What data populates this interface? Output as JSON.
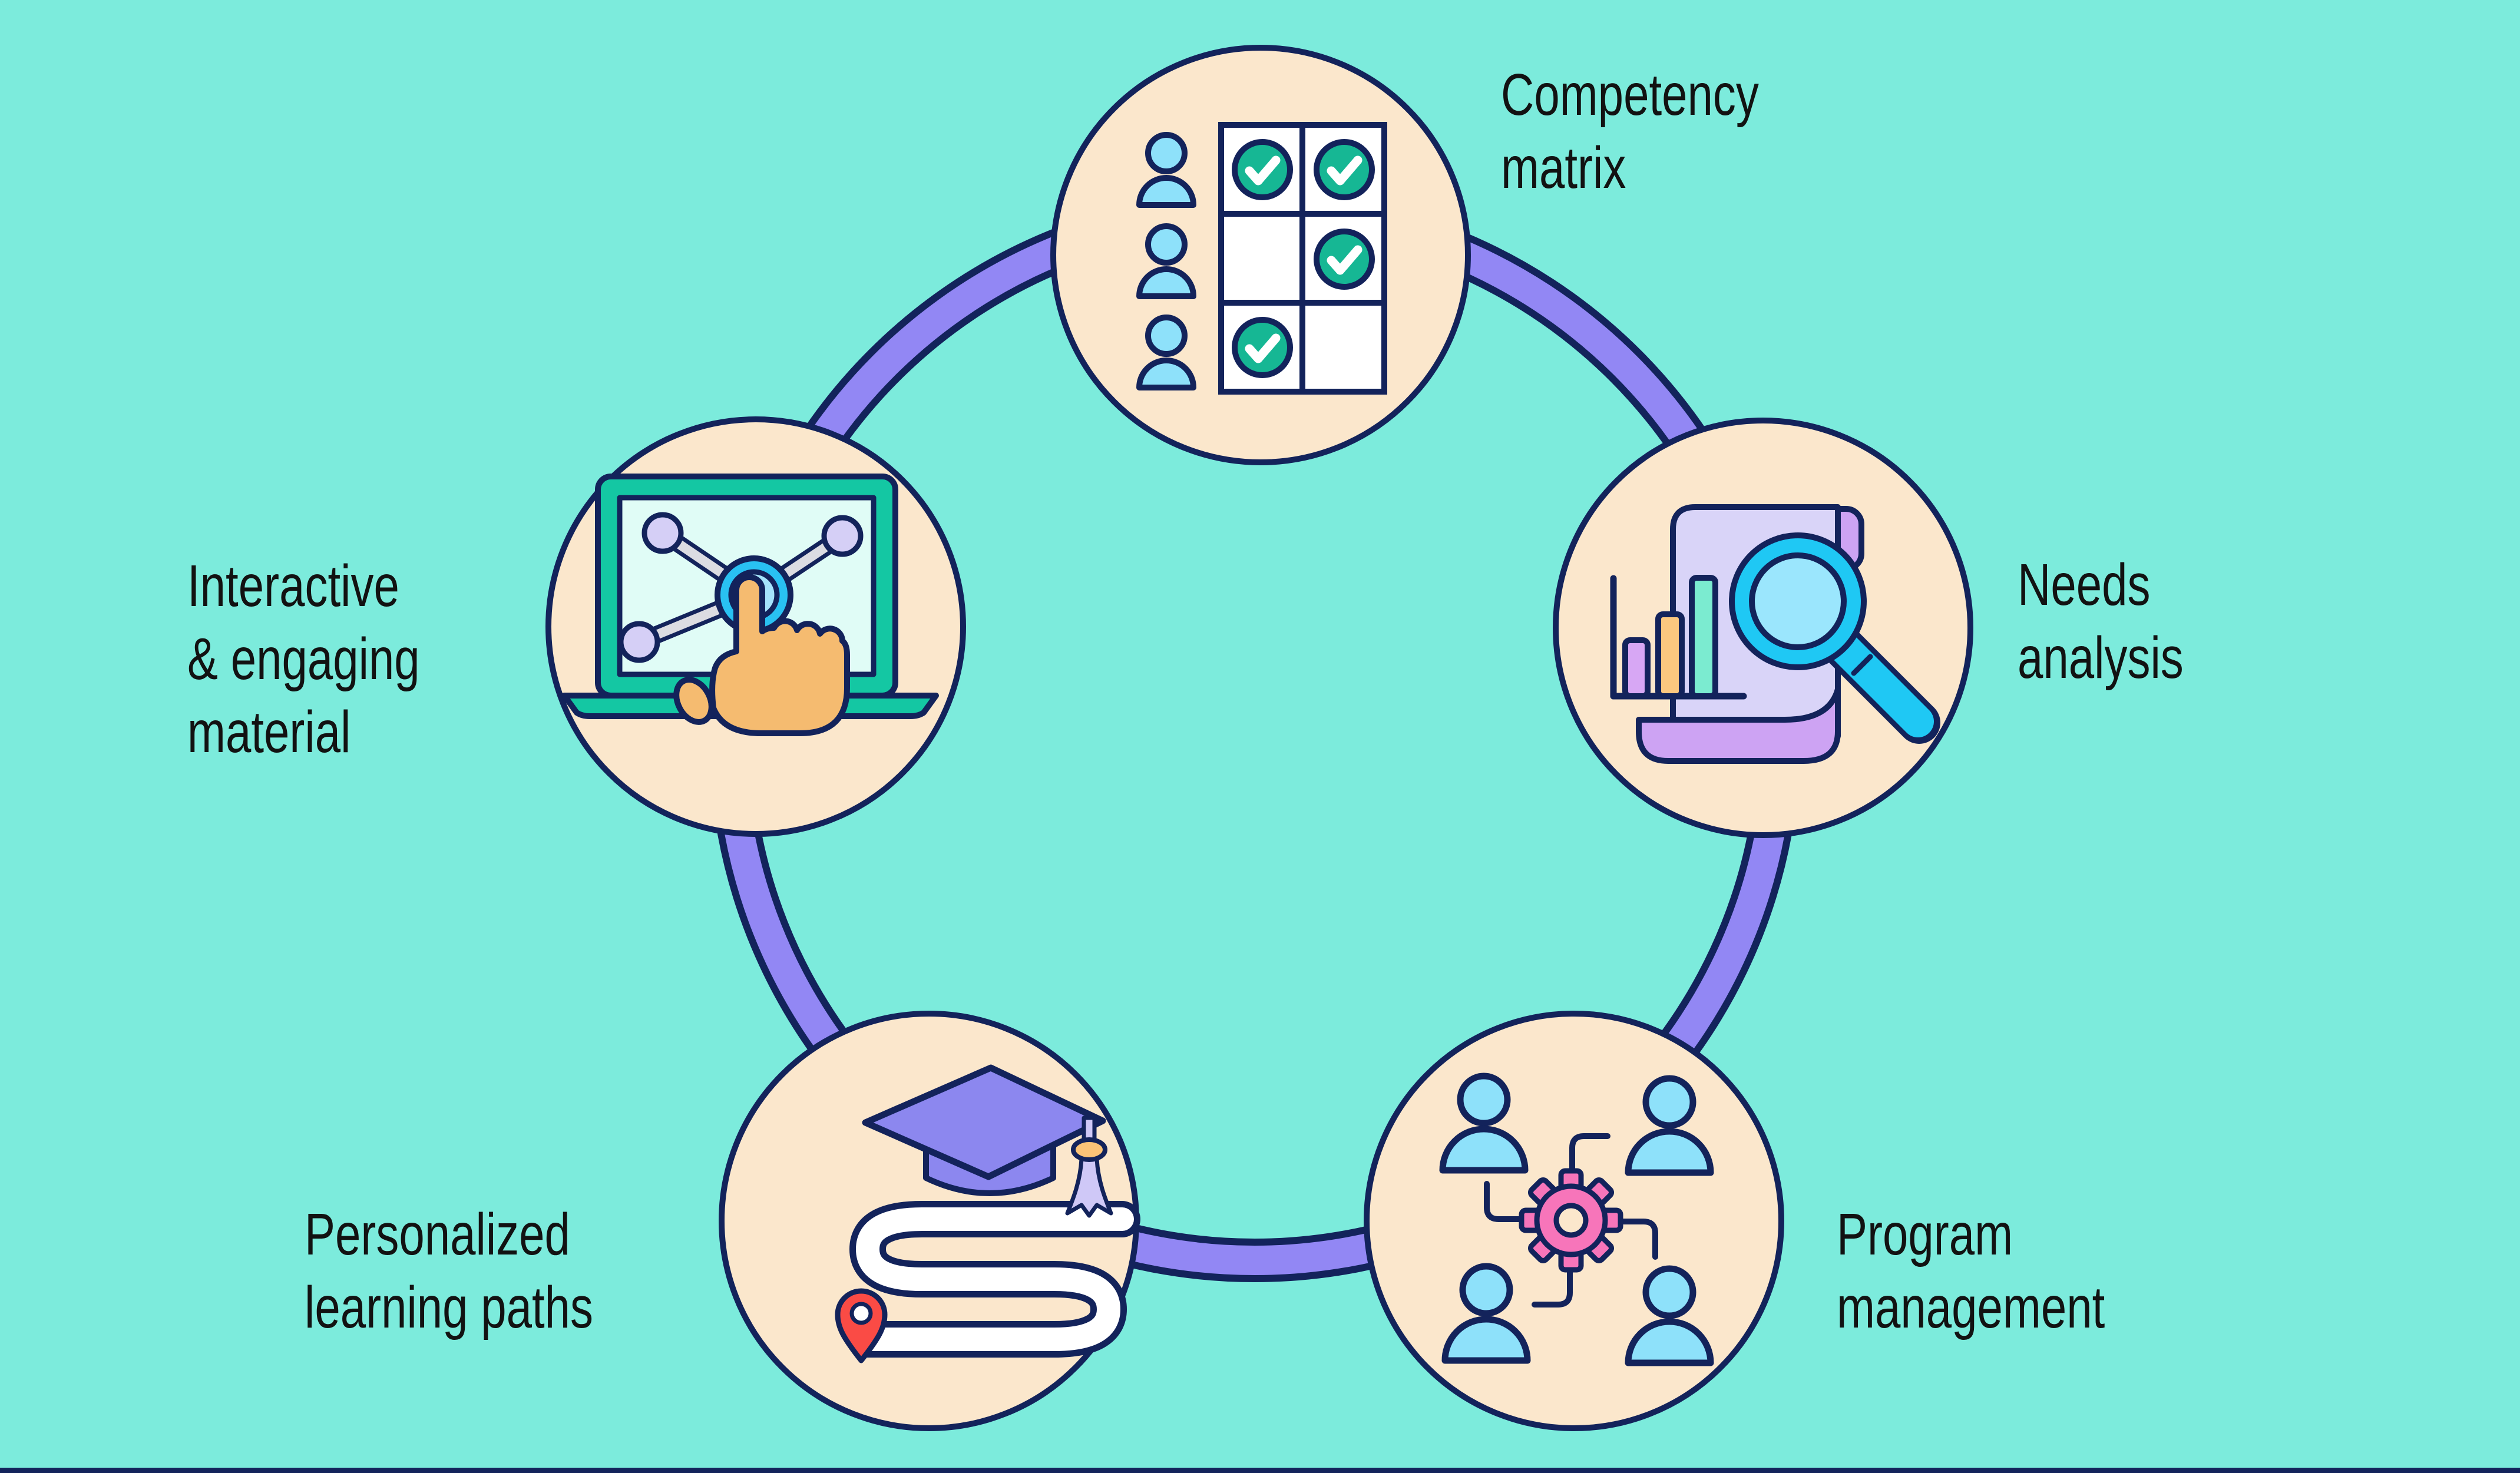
{
  "canvas": {
    "background": "#7CEBDC",
    "outline_color": "#13235B",
    "ring_color": "#9287F4",
    "node_fill": "#FBE7CC",
    "text_color": "#121212",
    "bottom_bar_color": "#13235B"
  },
  "nodes": [
    {
      "id": "competency-matrix",
      "label": "Competency\nmatrix",
      "icon": "people-checklist-grid-icon",
      "icon_colors": {
        "person": "#8EE1FA",
        "check": "#16B794",
        "cell": "#FFFFFF"
      }
    },
    {
      "id": "needs-analysis",
      "label": "Needs\nanalysis",
      "icon": "report-magnifier-icon",
      "icon_colors": {
        "document": "#D9D4F8",
        "fold": "#CDA3F3",
        "bar1": "#D7A7F4",
        "bar2": "#FBC77F",
        "bar3": "#7BEBD0",
        "magnifier": "#1FC8F4",
        "lens": "#9BE6FD"
      }
    },
    {
      "id": "program-management",
      "label": "Program\nmanagement",
      "icon": "team-gear-icon",
      "icon_colors": {
        "person": "#8EE1FA",
        "gear": "#F775BA"
      }
    },
    {
      "id": "personalized-learning-paths",
      "label": "Personalized\nlearning paths",
      "icon": "graduation-path-pin-icon",
      "icon_colors": {
        "cap": "#8C87EF",
        "tassel": "#CFC8F7",
        "bead": "#FBC377",
        "path": "#FFFFFF",
        "pin": "#FA4B45"
      }
    },
    {
      "id": "interactive-engaging-material",
      "label": "Interactive\n& engaging\nmaterial",
      "icon": "laptop-touch-network-icon",
      "icon_colors": {
        "laptop": "#14C7A3",
        "screen": "#E0FCF6",
        "node": "#D5CFF6",
        "hub": "#29C1F2",
        "hub_center": "#A5E3FB",
        "hand": "#F5BB70"
      }
    }
  ]
}
